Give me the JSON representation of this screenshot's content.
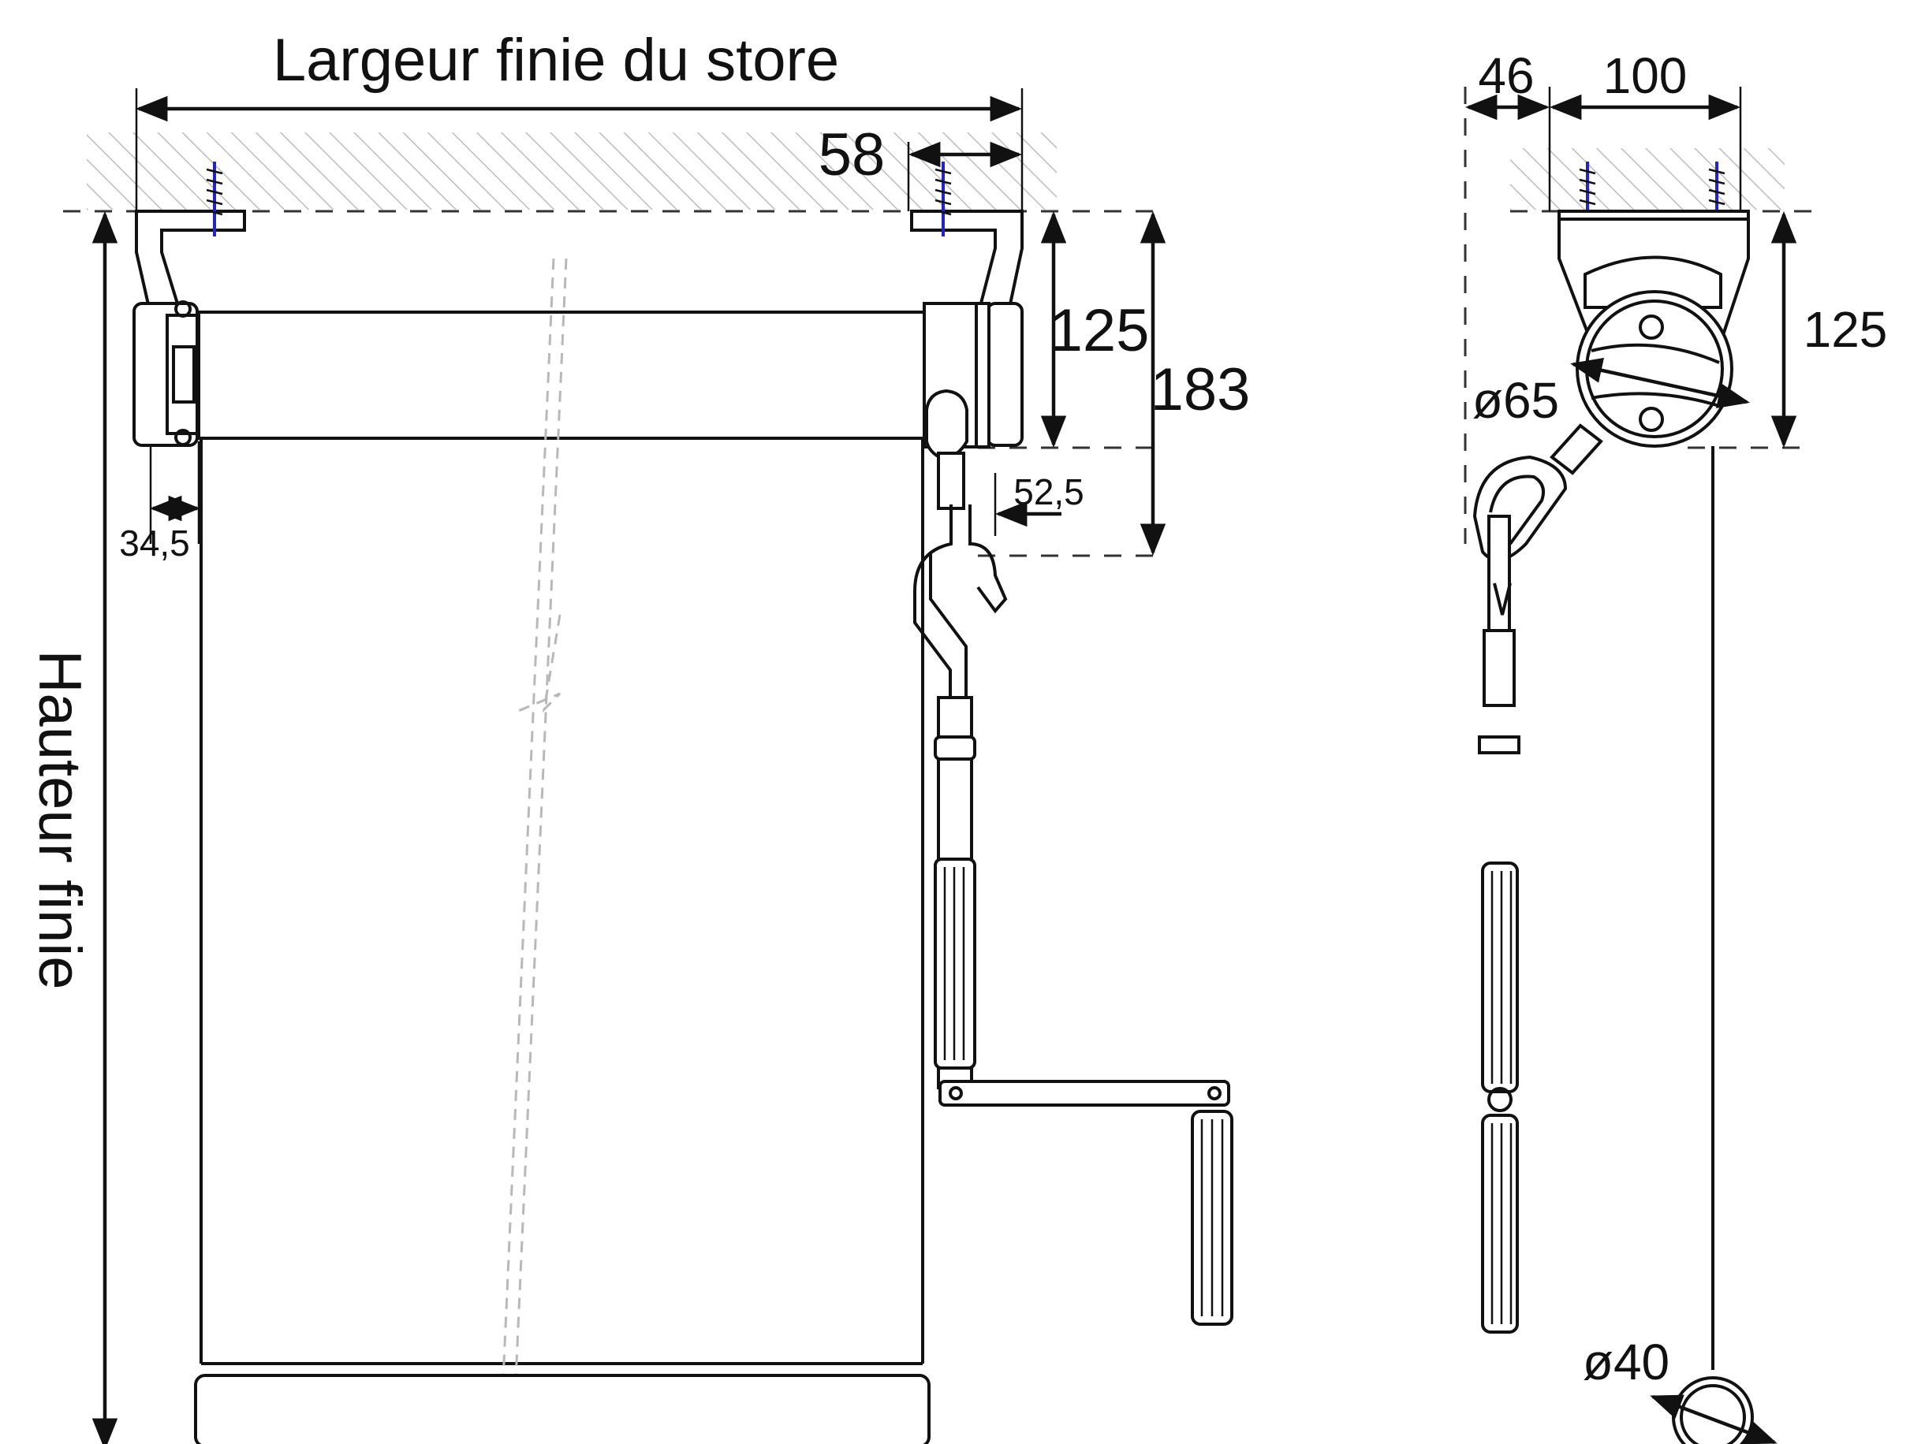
{
  "diagram": {
    "labels": {
      "blind_width": "Largeur finie du store",
      "finished_height": "Hauteur finie",
      "bracket_width": "58",
      "bracket_height": "125",
      "total_head_height": "183",
      "side_offset": "34,5",
      "crank_offset": "52,5",
      "side_depth": "46",
      "side_width": "100",
      "side_height": "125",
      "tube_diameter": "ø65",
      "ring_diameter": "ø40"
    },
    "colors": {
      "line": "#111111",
      "screw": "#2323c8",
      "hatch": "#bdbdbd",
      "fabric_fold": "#b8b8b8"
    }
  }
}
